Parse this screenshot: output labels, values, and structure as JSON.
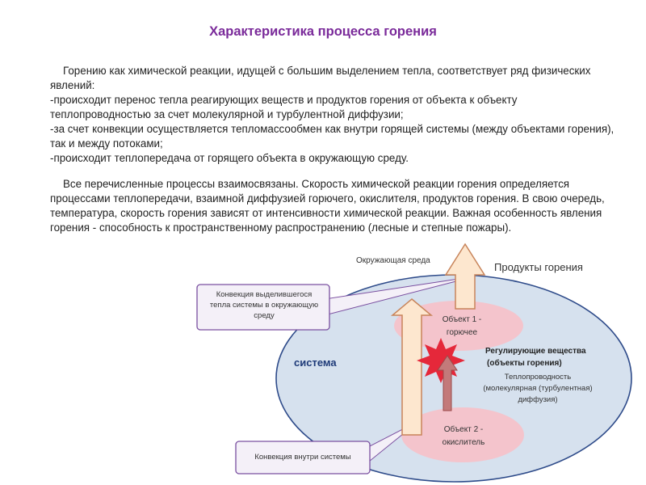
{
  "title": "Характеристика процесса горения",
  "paragraph1": {
    "intro": "Горению как химической реакции, идущей с большим выделением тепла, соответствует ряд физических явлений:",
    "item1": "-происходит перенос тепла реагирующих веществ и продуктов горения от объекта к объекту теплопроводностью за счет молекулярной и турбулентной диффузии;",
    "item2": "-за счет конвекции осуществляется тепломассообмен как внутри горящей системы (между объектами горения), так и между потоками;",
    "item3": "-происходит теплопередача от горящего объекта в окружающую среду."
  },
  "paragraph2": "Все перечисленные процессы взаимосвязаны. Скорость химической реакции горения определяется процессами теплопередачи, взаимной диффузией горючего, окислителя, продуктов горения. В свою очередь, температура, скорость горения зависят от интенсивности химической реакции. Важная особенность явления горения - способность к пространственному распространению (лесные и степные пожары).",
  "diagram": {
    "environment": "Окружающая среда",
    "products": "Продукты горения",
    "callout_top": [
      "Конвекция выделившегося",
      "тепла системы в окружающую",
      "среду"
    ],
    "system": "система",
    "object1": [
      "Объект 1 -",
      "горючее"
    ],
    "reagents": [
      "Регулирующие вещества",
      "(объекты горения)"
    ],
    "conduction": [
      "Теплопроводность",
      "(молекулярная (турбулентная)",
      "диффузия)"
    ],
    "object2": [
      "Объект 2 -",
      "окислитель"
    ],
    "callout_bottom": "Конвекция внутри системы"
  },
  "colors": {
    "title": "#7a2a9a",
    "system_fill": "#d6e1ee",
    "system_stroke": "#2e4b8a",
    "object_fill": "#f4c4cc",
    "arrow_fill": "#fde7cf",
    "arrow_stroke": "#c8845a",
    "callout_border": "#7a4fa0",
    "flash": "#e5283a",
    "small_arrow": "#c37a7a"
  }
}
